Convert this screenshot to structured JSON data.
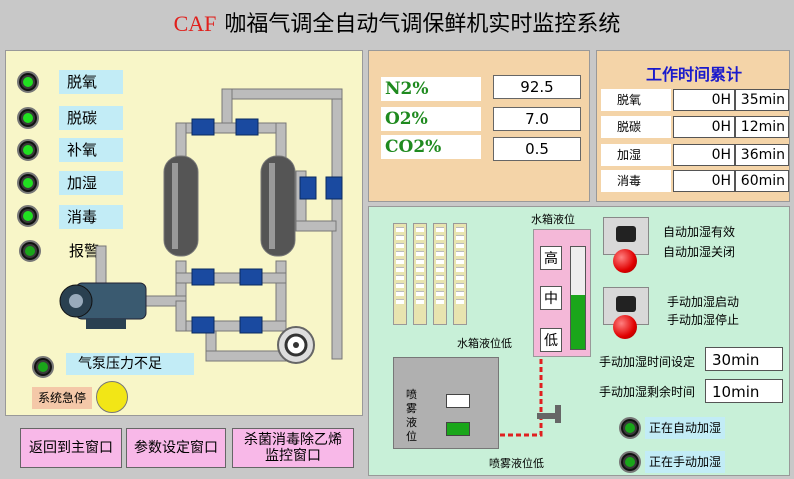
{
  "title": {
    "brand": "CAF",
    "text": "咖福气调全自动气调保鲜机实时监控系统"
  },
  "indicators": [
    {
      "label": "脱氧"
    },
    {
      "label": "脱碳"
    },
    {
      "label": "补氧"
    },
    {
      "label": "加湿"
    },
    {
      "label": "消毒"
    },
    {
      "label": "报警"
    }
  ],
  "pump_status": "气泵压力不足",
  "estop_label": "系统急停",
  "gas": [
    {
      "name": "N2%",
      "value": "92.5"
    },
    {
      "name": "O2%",
      "value": "7.0"
    },
    {
      "name": "CO2%",
      "value": "0.5"
    }
  ],
  "work_time": {
    "title": "工作时间累计",
    "rows": [
      {
        "label": "脱氧",
        "hours": "0H",
        "minutes": "35min"
      },
      {
        "label": "脱碳",
        "hours": "0H",
        "minutes": "12min"
      },
      {
        "label": "加湿",
        "hours": "0H",
        "minutes": "36min"
      },
      {
        "label": "消毒",
        "hours": "0H",
        "minutes": "60min"
      }
    ]
  },
  "humidify": {
    "tank_level_label": "水箱液位",
    "tank_low_label": "水箱液位低",
    "levels": [
      "高",
      "中",
      "低"
    ],
    "spray_label": "喷雾液位",
    "spray_low_label": "喷雾液位低",
    "auto_on": "自动加湿有效",
    "auto_off": "自动加湿关闭",
    "manual_start": "手动加湿启动",
    "manual_stop": "手动加湿停止",
    "manual_time_label": "手动加湿时间设定",
    "manual_time_value": "30min",
    "remain_time_label": "手动加湿剩余时间",
    "remain_time_value": "10min",
    "status_auto": "正在自动加湿",
    "status_manual": "正在手动加湿"
  },
  "nav": {
    "main": "返回到主窗口",
    "params": "参数设定窗口",
    "sterilize_line1": "杀菌消毒除乙烯",
    "sterilize_line2": "监控窗口"
  }
}
